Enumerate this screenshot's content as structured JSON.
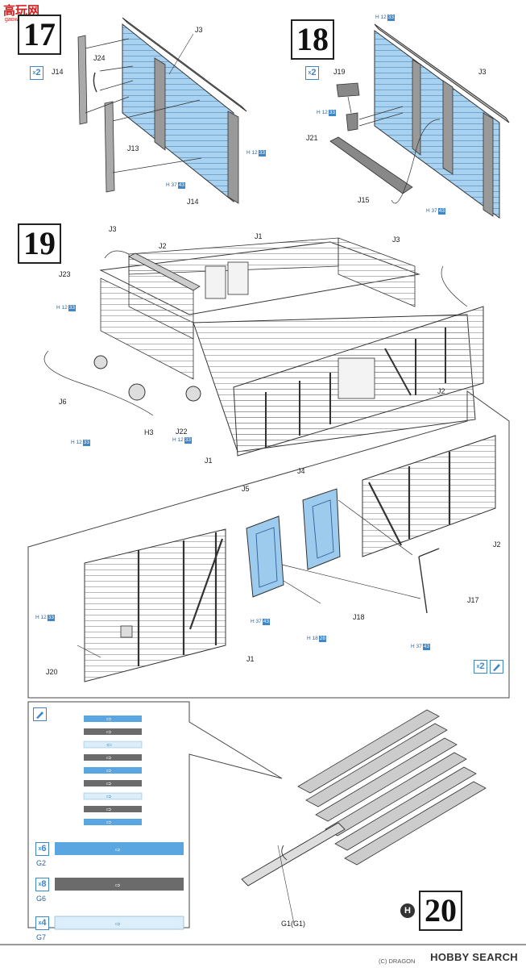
{
  "watermark": {
    "logo": "高玩网",
    "site": "gaowan.com"
  },
  "brand": {
    "name": "HOBBY SEARCH",
    "caption": "(C) DRAGON"
  },
  "steps": {
    "s17": {
      "number": "17",
      "qty": "2",
      "labels": {
        "j3": "J3",
        "j24": "J24",
        "j14a": "J14",
        "j13": "J13",
        "j14b": "J14"
      },
      "paints": [
        {
          "code": "H 12",
          "num": "33"
        },
        {
          "code": "H 37",
          "num": "43"
        }
      ]
    },
    "s18": {
      "number": "18",
      "qty": "2",
      "labels": {
        "j19": "J19",
        "j3": "J3",
        "j21": "J21",
        "j15": "J15"
      },
      "paints": [
        {
          "code": "H 12",
          "num": "33"
        },
        {
          "code": "H 12",
          "num": "33"
        },
        {
          "code": "H 37",
          "num": "43"
        }
      ]
    },
    "s19": {
      "number": "19",
      "labels": {
        "j3a": "J3",
        "j2a": "J2",
        "j1a": "J1",
        "j3b": "J3",
        "j23": "J23",
        "j6": "J6",
        "h3": "H3",
        "j22": "J22",
        "j1b": "J1",
        "j2b": "J2",
        "j5": "J5",
        "j4": "J4",
        "j2c": "J2",
        "j17": "J17",
        "j18": "J18",
        "j20": "J20",
        "j1c": "J1"
      },
      "paints": [
        {
          "code": "H 12",
          "num": "33"
        },
        {
          "code": "H 12",
          "num": "33"
        },
        {
          "code": "H 12",
          "num": "33"
        },
        {
          "code": "H 12",
          "num": "33"
        },
        {
          "code": "H 37",
          "num": "43"
        },
        {
          "code": "H 18",
          "num": "28"
        },
        {
          "code": "H 37",
          "num": "43"
        }
      ],
      "qty": "2"
    },
    "s20": {
      "number": "20",
      "circle": "H",
      "rails": [
        {
          "qty": "6",
          "part": "G2"
        },
        {
          "qty": "8",
          "part": "G6"
        },
        {
          "qty": "4",
          "part": "G7"
        }
      ],
      "g1": "G1(G1)"
    }
  },
  "colors": {
    "blue": "#5aa6e0",
    "pale": "#dbeefa",
    "grey": "#6b6b6b",
    "line": "#333333"
  }
}
